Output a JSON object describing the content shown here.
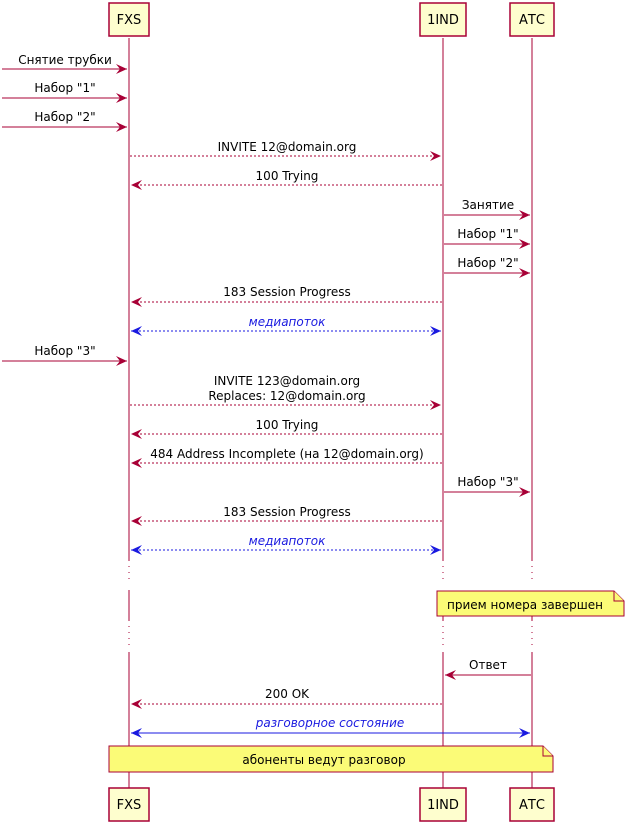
{
  "participants": {
    "fxs": "FXS",
    "ind": "1IND",
    "atc": "АТС"
  },
  "colors": {
    "arrow": "#A80036",
    "media": "#1a1ae0",
    "participant_fill": "#FEFECE",
    "note_fill": "#FBFB77"
  },
  "messages": [
    {
      "label": "Снятие трубки",
      "from": "left",
      "to": "fxs",
      "style": "solid",
      "color": "arrow"
    },
    {
      "label": "Набор \"1\"",
      "from": "left",
      "to": "fxs",
      "style": "solid",
      "color": "arrow"
    },
    {
      "label": "Набор \"2\"",
      "from": "left",
      "to": "fxs",
      "style": "solid",
      "color": "arrow"
    },
    {
      "label": "INVITE 12@domain.org",
      "from": "fxs",
      "to": "ind",
      "style": "dashed",
      "color": "arrow"
    },
    {
      "label": "100 Trying",
      "from": "ind",
      "to": "fxs",
      "style": "dashed",
      "color": "arrow"
    },
    {
      "label": "Занятие",
      "from": "ind",
      "to": "atc",
      "style": "solid",
      "color": "arrow"
    },
    {
      "label": "Набор \"1\"",
      "from": "ind",
      "to": "atc",
      "style": "solid",
      "color": "arrow"
    },
    {
      "label": "Набор \"2\"",
      "from": "ind",
      "to": "atc",
      "style": "solid",
      "color": "arrow"
    },
    {
      "label": "183 Session Progress",
      "from": "ind",
      "to": "fxs",
      "style": "dashed",
      "color": "arrow"
    },
    {
      "label": "медиапоток",
      "from": "fxs",
      "to": "ind",
      "style": "dashed",
      "color": "media",
      "both": true
    },
    {
      "label": "Набор \"3\"",
      "from": "left",
      "to": "fxs",
      "style": "solid",
      "color": "arrow"
    },
    {
      "label": "INVITE 123@domain.org",
      "label2": "Replaces: 12@domain.org",
      "from": "fxs",
      "to": "ind",
      "style": "dashed",
      "color": "arrow"
    },
    {
      "label": "100 Trying",
      "from": "ind",
      "to": "fxs",
      "style": "dashed",
      "color": "arrow"
    },
    {
      "label": "484 Address Incomplete (на 12@domain.org)",
      "from": "ind",
      "to": "fxs",
      "style": "dashed",
      "color": "arrow"
    },
    {
      "label": "Набор \"3\"",
      "from": "ind",
      "to": "atc",
      "style": "solid",
      "color": "arrow"
    },
    {
      "label": "183 Session Progress",
      "from": "ind",
      "to": "fxs",
      "style": "dashed",
      "color": "arrow"
    },
    {
      "label": "медиапоток",
      "from": "fxs",
      "to": "ind",
      "style": "dashed",
      "color": "media",
      "both": true
    },
    {
      "label": "Ответ",
      "from": "atc",
      "to": "ind",
      "style": "solid",
      "color": "arrow"
    },
    {
      "label": "200 OK",
      "from": "ind",
      "to": "fxs",
      "style": "dashed",
      "color": "arrow"
    },
    {
      "label": "разговорное состояние",
      "from": "fxs",
      "to": "atc",
      "style": "solid",
      "color": "media",
      "both": true
    }
  ],
  "notes": [
    {
      "text": "прием номера завершен",
      "over": "ind-atc"
    },
    {
      "text": "абоненты ведут разговор",
      "over": "fxs-atc"
    }
  ]
}
